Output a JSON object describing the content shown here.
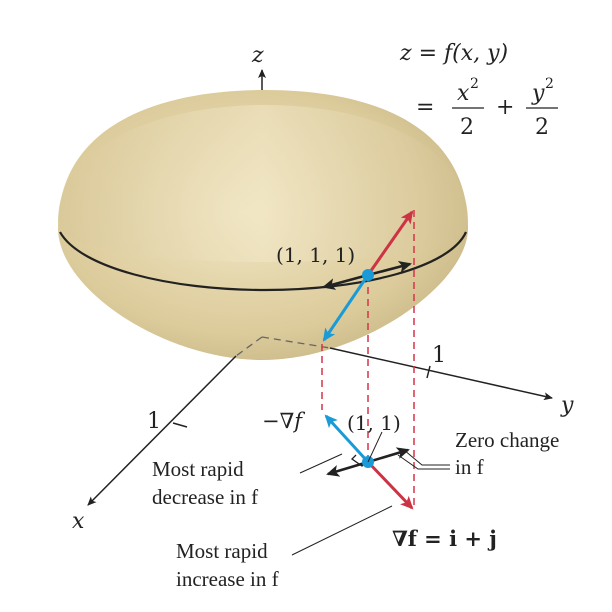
{
  "axes": {
    "z": "z",
    "y": "y",
    "x": "x",
    "y_tick": "1",
    "x_tick": "1"
  },
  "equation": {
    "line1": "z = f(x, y)",
    "eq_sign": "=",
    "num1": "x",
    "num1_sup": "2",
    "den1": "2",
    "plus": "+",
    "num2": "y",
    "num2_sup": "2",
    "den2": "2"
  },
  "points": {
    "surface_point": "(1, 1, 1)",
    "plane_point": "(1, 1)"
  },
  "labels": {
    "neg_grad": "−∇f",
    "decrease_line1": "Most rapid",
    "decrease_line2": "decrease in f",
    "increase_line1": "Most rapid",
    "increase_line2": "increase in f",
    "zero_line1": "Zero change",
    "zero_line2": "in f",
    "grad": "∇f = i + j"
  },
  "colors": {
    "surface": "#e0d2a6",
    "surface_inner": "#efe3bf",
    "gradient_arrow": "#cc3344",
    "neg_gradient_arrow": "#1a9ad6",
    "point_dot": "#1a9ad6",
    "dashed_lines": "#d6344a",
    "axes": "#222222"
  }
}
